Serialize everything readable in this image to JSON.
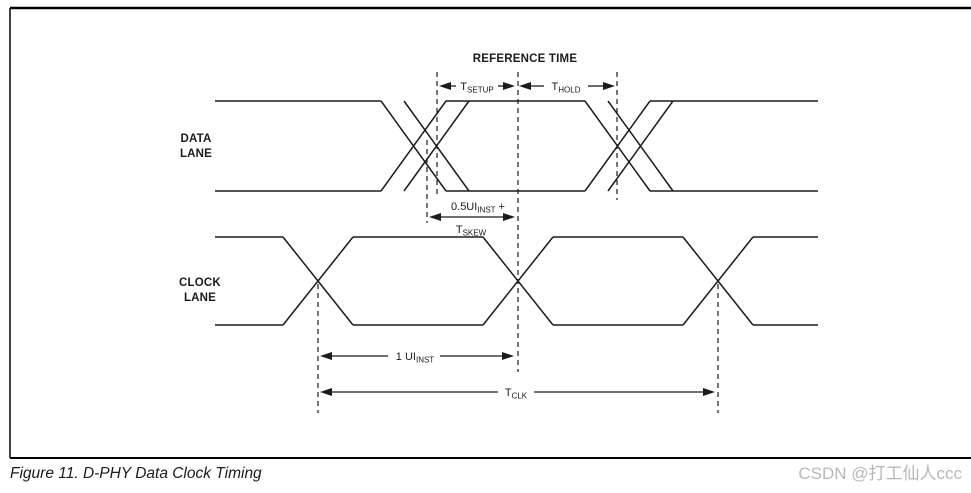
{
  "colors": {
    "line": "#1b1b1b",
    "border": "#000000",
    "watermark": "#b8b8b8",
    "background": "#ffffff"
  },
  "header": {
    "reference_time": "REFERENCE TIME"
  },
  "lanes": {
    "data": {
      "line1": "DATA",
      "line2": "LANE"
    },
    "clock": {
      "line1": "CLOCK",
      "line2": "LANE"
    }
  },
  "timing": {
    "tsetup": {
      "main": "T",
      "sub": "SETUP"
    },
    "thold": {
      "main": "T",
      "sub": "HOLD"
    },
    "half_ui": {
      "main": "0.5UI",
      "sub": "INST",
      "suffix": "+"
    },
    "tskew": {
      "main": "T",
      "sub": "SKEW"
    },
    "one_ui": {
      "main": "1 UI",
      "sub": "INST"
    },
    "tclk": {
      "main": "T",
      "sub": "CLK"
    }
  },
  "caption": "Figure 11. D-PHY Data Clock Timing",
  "watermark": "CSDN @打工仙人ccc"
}
